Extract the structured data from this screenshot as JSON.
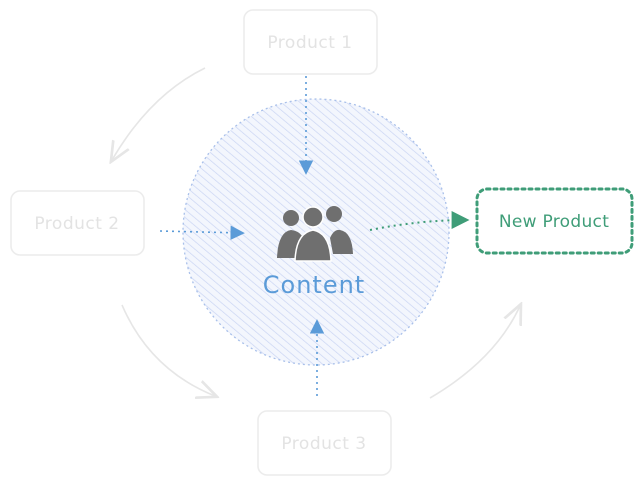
{
  "diagram": {
    "center": {
      "label": "Content",
      "icon": "users-group-icon"
    },
    "products": [
      {
        "label": "Product 1"
      },
      {
        "label": "Product 2"
      },
      {
        "label": "Product 3"
      }
    ],
    "new_product": {
      "label": "New Product"
    },
    "colors": {
      "faded": "#e3e3e3",
      "blue_accent": "#5b9bd8",
      "hatch": "#c9d4f3",
      "new_product": "#3f9d78",
      "icon": "#6f6f6f"
    }
  }
}
